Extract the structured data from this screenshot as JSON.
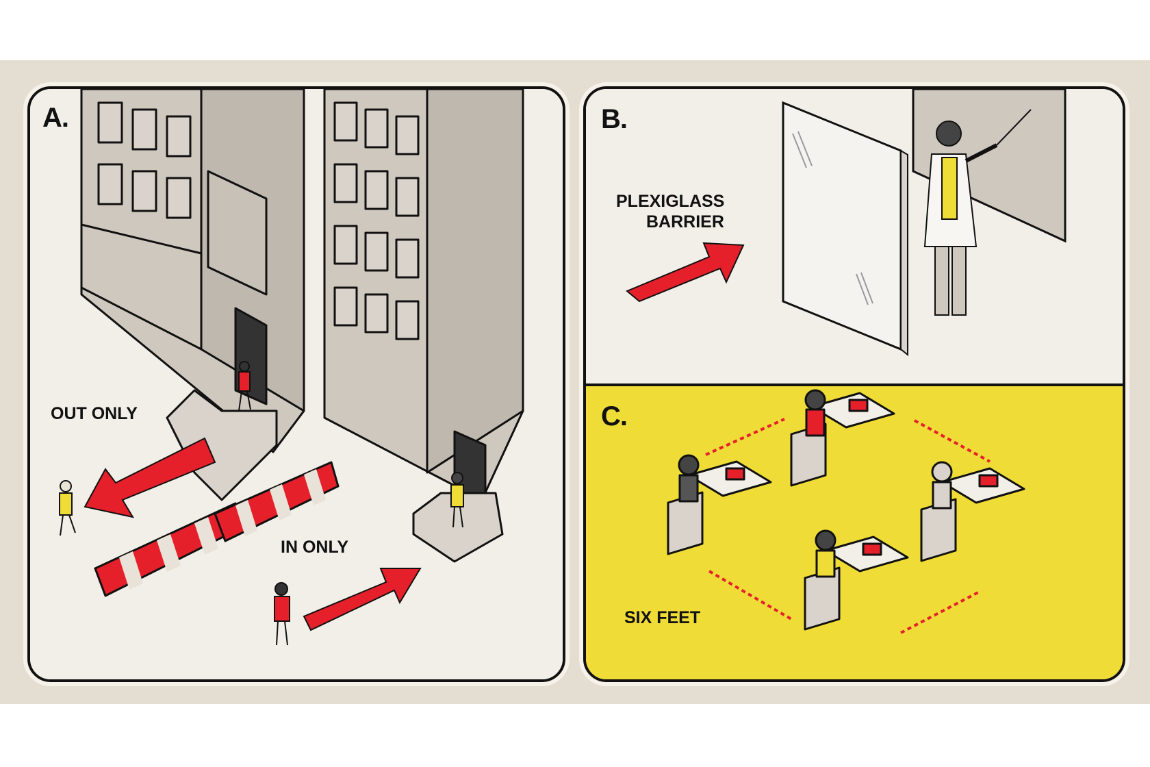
{
  "panels": {
    "a": {
      "letter": "A.",
      "out_label": "OUT ONLY",
      "in_label": "IN ONLY"
    },
    "b": {
      "letter": "B.",
      "barrier_line1": "PLEXIGLASS",
      "barrier_line2": "BARRIER"
    },
    "c": {
      "letter": "C.",
      "distance_label": "SIX FEET"
    }
  },
  "colors": {
    "background": "#e4ddd1",
    "panel_fill": "#f2efe9",
    "building": "#cfc8bf",
    "accent_red": "#e5202a",
    "accent_yellow": "#efdc37",
    "outline": "#111111"
  }
}
